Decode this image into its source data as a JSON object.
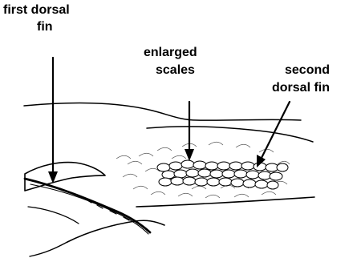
{
  "diagram": {
    "labels": {
      "first_dorsal_line1": "first dorsal",
      "first_dorsal_line2": "fin",
      "enlarged_line1": "enlarged",
      "enlarged_line2": "scales",
      "second_dorsal_line1": "second",
      "second_dorsal_line2": "dorsal fin"
    }
  }
}
